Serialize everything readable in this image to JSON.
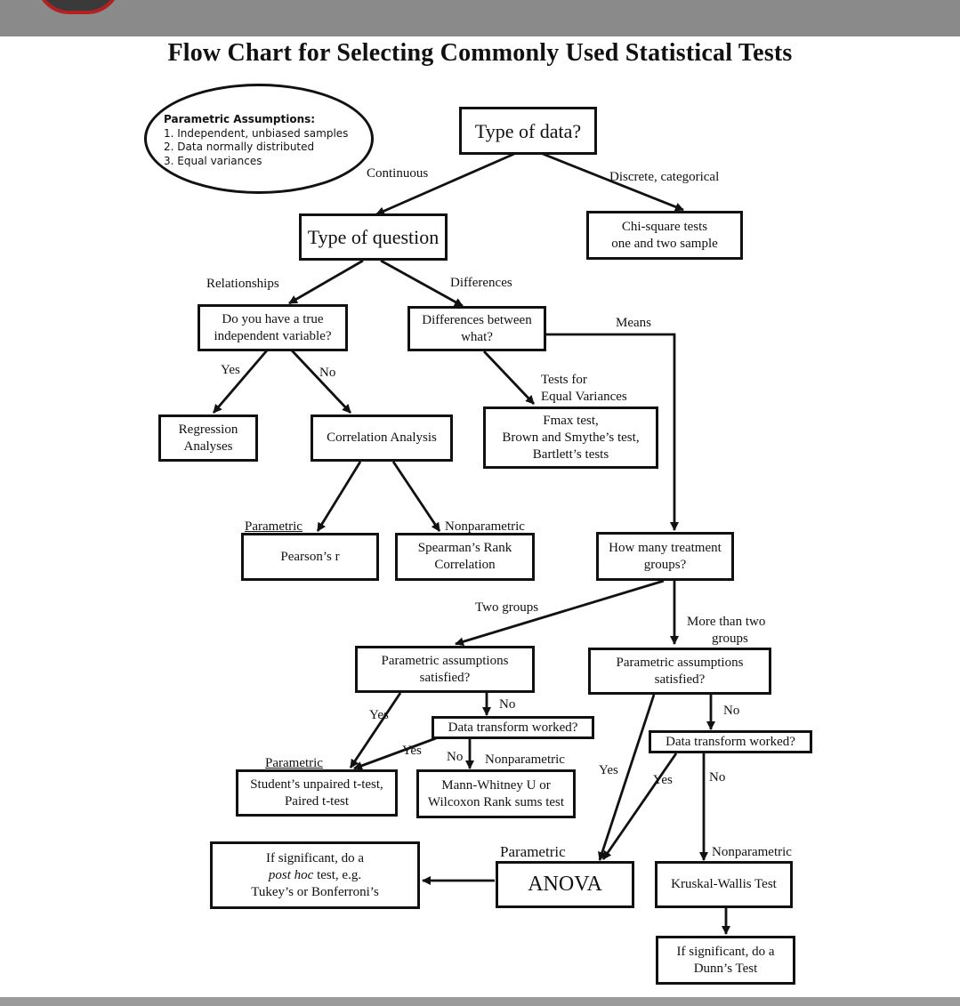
{
  "title": "Flow Chart for Selecting Commonly Used Statistical Tests",
  "assumptions": {
    "heading": "Parametric Assumptions:",
    "items": [
      "1. Independent, unbiased samples",
      "2. Data normally distributed",
      "3. Equal variances"
    ]
  },
  "nodes": {
    "type_of_data": "Type of data?",
    "chi_square": [
      "Chi-square  tests",
      "one and two sample"
    ],
    "type_of_question": "Type of question",
    "true_iv": [
      "Do you have a true",
      "independent variable?"
    ],
    "differences_between": [
      "Differences between",
      "what?"
    ],
    "regression": [
      "Regression",
      "Analyses"
    ],
    "correlation": "Correlation Analysis",
    "equal_var_tests": [
      "Fmax test,",
      "Brown and Smythe’s test,",
      "Bartlett’s tests"
    ],
    "pearson": "Pearson’s r",
    "spearman": [
      "Spearman’s Rank",
      "Correlation"
    ],
    "how_many_groups": [
      "How many treatment",
      "groups?"
    ],
    "param_two": [
      "Parametric  assumptions",
      "satisfied?"
    ],
    "param_more": [
      "Parametric  assumptions",
      "satisfied?"
    ],
    "transform_two": "Data transform worked?",
    "transform_more": "Data transform worked?",
    "t_test": [
      "Student’s unpaired t-test,",
      "Paired t-test"
    ],
    "mann_whitney": [
      "Mann-Whitney U or",
      "Wilcoxon Rank sums test"
    ],
    "post_hoc": [
      "If significant, do a",
      "post hoc",
      " test, e.g.",
      "Tukey’s or  Bonferroni’s"
    ],
    "anova": "ANOVA",
    "kruskal": "Kruskal-Wallis Test",
    "dunn": [
      "If significant, do a",
      "Dunn’s Test"
    ]
  },
  "edge_labels": {
    "continuous": "Continuous",
    "discrete": "Discrete, categorical",
    "relationships": "Relationships",
    "differences": "Differences",
    "means": "Means",
    "yes_regression": "Yes",
    "no_correlation": "No",
    "tests_for": "Tests for",
    "equal_variances": "Equal Variances",
    "parametric_pearson": "Parametric",
    "nonparametric_spearman": "Nonparametric",
    "two_groups": "Two groups",
    "more_than_two": [
      "More than two",
      "groups"
    ],
    "yes_two": "Yes",
    "no_two": "No",
    "yes_transform_two": "Yes",
    "no_transform_two": "No",
    "parametric_ttest": "Parametric",
    "nonparametric_mann": "Nonparametric",
    "yes_more": "Yes",
    "no_more": "No",
    "yes_transform_more": "Yes",
    "no_transform_more": "No",
    "parametric_anova": "Parametric",
    "nonparametric_kruskal": "Nonparametric"
  }
}
